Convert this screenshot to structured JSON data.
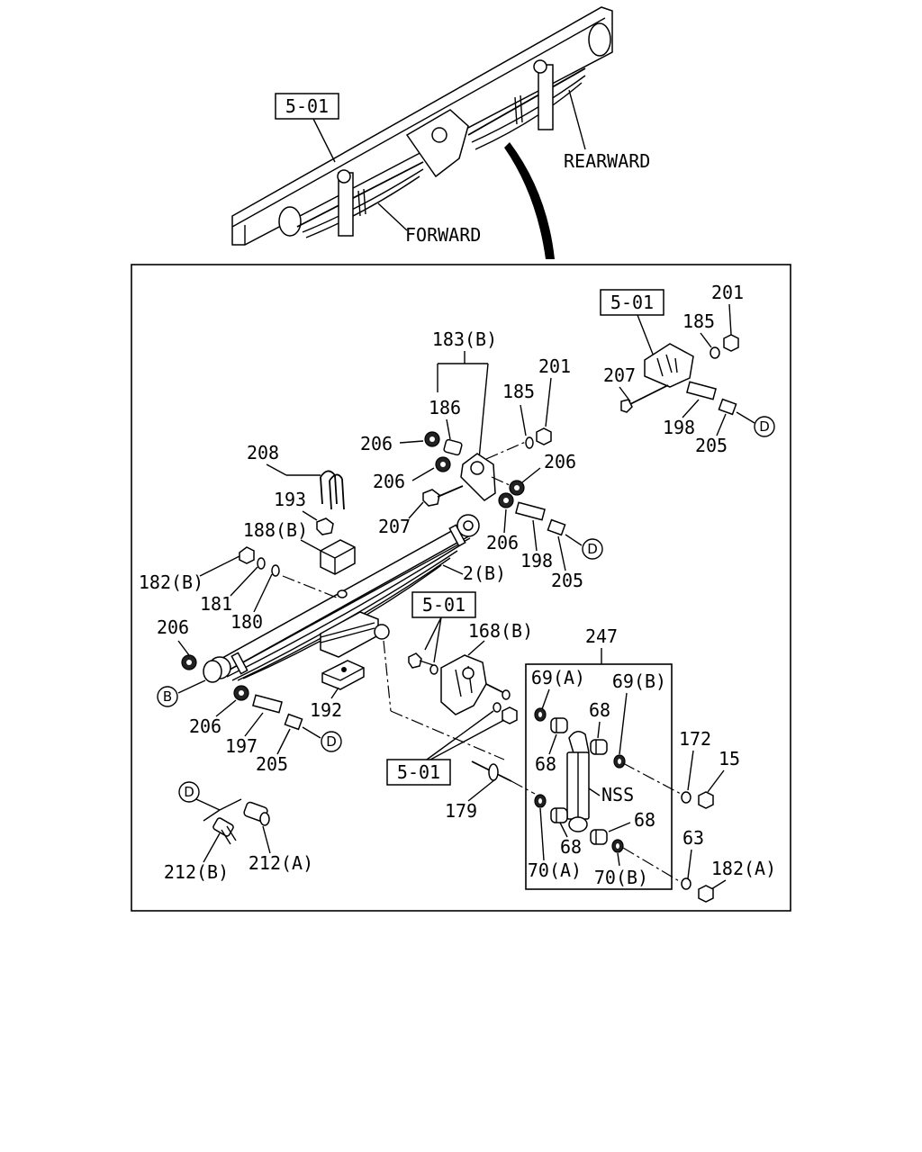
{
  "labels": {
    "ref_top": "5-01",
    "rearward": "REARWARD",
    "forward": "FORWARD",
    "ref_bracket_right": "5-01",
    "ref_mid": "5-01",
    "ref_low": "5-01",
    "p201_a": "201",
    "p185_a": "185",
    "p207_a": "207",
    "p198_a": "198",
    "p205_a": "205",
    "p183b": "183(B)",
    "p201_b": "201",
    "p186": "186",
    "p185_b": "185",
    "p206_a": "206",
    "p206_b": "206",
    "p206_c": "206",
    "p207_b": "207",
    "p206_d": "206",
    "p198_b": "198",
    "p205_b": "205",
    "p208": "208",
    "p193": "193",
    "p188b": "188(B)",
    "p2b": "2(B)",
    "p182b": "182(B)",
    "p181": "181",
    "p180": "180",
    "p206_e": "206",
    "p168b": "168(B)",
    "p247": "247",
    "p192": "192",
    "p206_f": "206",
    "p197": "197",
    "p205_c": "205",
    "p69a": "69(A)",
    "p69b": "69(B)",
    "p68_a": "68",
    "p68_b": "68",
    "p172": "172",
    "p15": "15",
    "nss": "NSS",
    "p179": "179",
    "p68_c": "68",
    "p68_d": "68",
    "p63": "63",
    "p70a": "70(A)",
    "p70b": "70(B)",
    "p182a": "182(A)",
    "p212b": "212(B)",
    "p212a": "212(A)",
    "circle_b": "B",
    "circle_d": "D"
  }
}
